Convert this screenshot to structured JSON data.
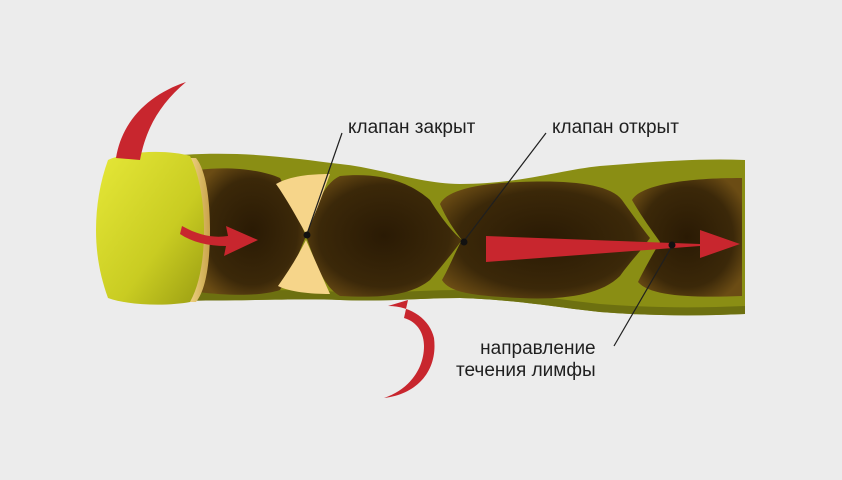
{
  "labels": {
    "valve_closed": "клапан закрыт",
    "valve_open": "клапан открыт",
    "flow_direction_line1": "направление",
    "flow_direction_line2": "течения лимфы"
  },
  "colors": {
    "background": "#ececec",
    "vessel_wall": "#8a8e14",
    "vessel_wall_dark": "#6d7010",
    "lumen": "#3a2608",
    "lumen_light": "#6a4a12",
    "valve_leaflet": "#f6d58a",
    "cut_end": "#d9dc30",
    "arrow": "#c8262e",
    "leader_line": "#1f1f1f"
  }
}
